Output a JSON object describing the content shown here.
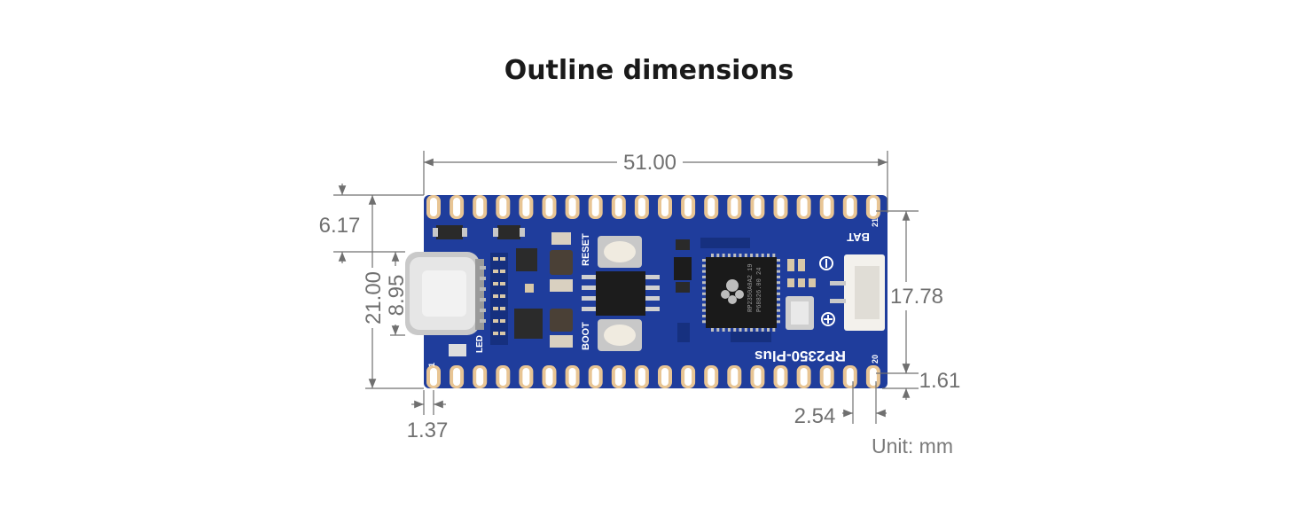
{
  "title": "Outline dimensions",
  "dimensions": {
    "width": "51.00",
    "height_total": "21.00",
    "usb_height": "8.95",
    "usb_offset": "6.17",
    "pin_row_spacing": "17.78",
    "edge_offset_bottom": "1.61",
    "pin_pitch": "2.54",
    "edge_offset_left": "1.37"
  },
  "unit_label": "Unit: mm",
  "board": {
    "name": "RP2350-Plus",
    "labels": {
      "bat": "BAT",
      "reset": "RESET",
      "boot": "BOOT",
      "led": "LED",
      "pin21": "21",
      "pin20": "20",
      "pin1": "1"
    },
    "chip_text": [
      "RP2350A0A2 19",
      "P68826.00 24"
    ],
    "colors": {
      "pcb": "#1f3d9c",
      "pad": "#e8c594",
      "dimension_line": "#707070"
    }
  }
}
